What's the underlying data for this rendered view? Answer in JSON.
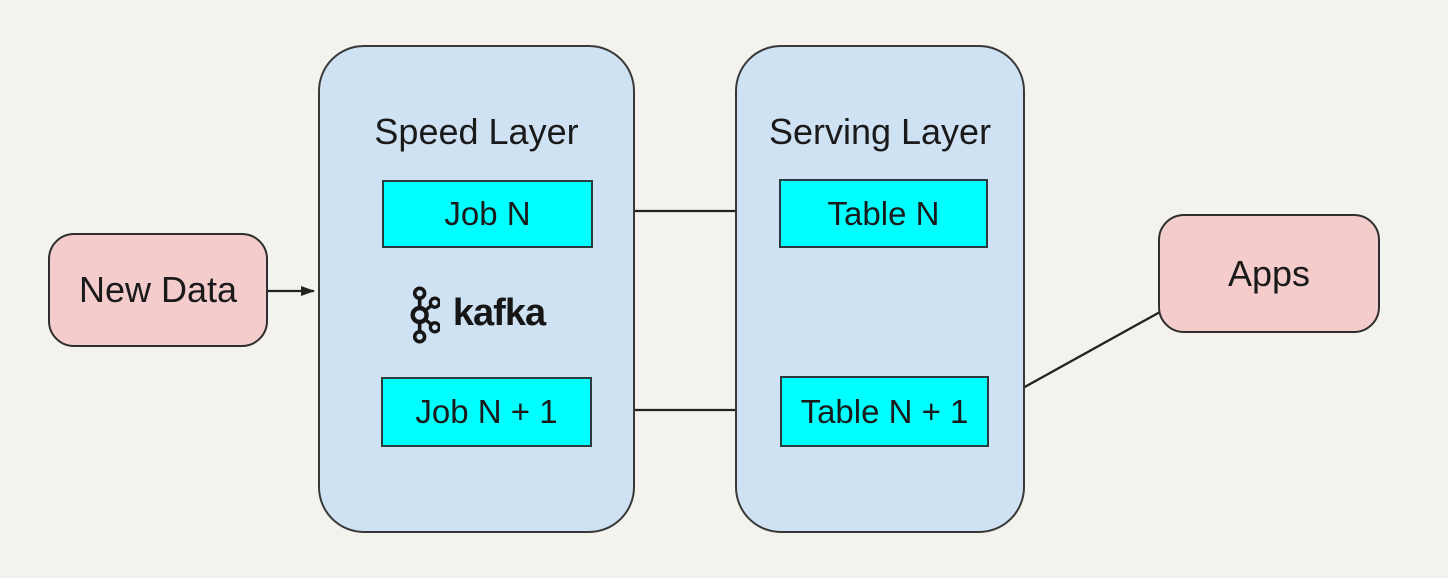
{
  "diagram": {
    "colors": {
      "background": "#f3f2ec",
      "pink_node": "#f4cccc",
      "blue_container": "#cfe2f3",
      "cyan_node": "#00ffff",
      "line": "#222222"
    },
    "new_data": {
      "label": "New Data"
    },
    "apps": {
      "label": "Apps"
    },
    "speed_layer": {
      "title": "Speed Layer",
      "job_top": "Job N",
      "job_bottom": "Job N + 1",
      "kafka_icon": "kafka-logo",
      "kafka_wordmark": "kafka"
    },
    "serving_layer": {
      "title": "Serving Layer",
      "table_top": "Table N",
      "table_bottom": "Table N + 1"
    }
  }
}
